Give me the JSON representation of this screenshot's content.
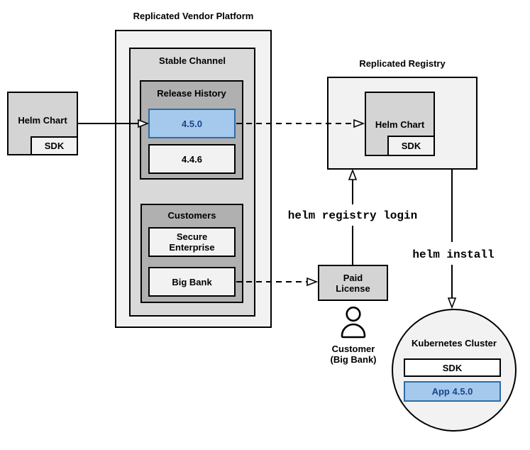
{
  "colors": {
    "highlight_fill": "#a4c9ec",
    "highlight_border": "#2e6da4",
    "highlight_text": "#1c4587",
    "box_lightest": "#f2f2f2",
    "box_light": "#d9d9d9",
    "box_dark": "#b0b0b0",
    "box_gray": "#d4d4d4",
    "line_color": "#000000",
    "white": "#ffffff"
  },
  "platform": {
    "title": "Replicated Vendor Platform",
    "stable_channel": {
      "label": "Stable Channel",
      "release_history": {
        "label": "Release History",
        "release_new": "4.5.0",
        "release_old": "4.4.6"
      },
      "customers": {
        "label": "Customers",
        "customer_1": "Secure\nEnterprise",
        "customer_2": "Big Bank"
      }
    }
  },
  "vendor_chart": {
    "label": "Helm Chart",
    "sdk_label": "SDK"
  },
  "registry": {
    "title": "Replicated Registry",
    "chart_label": "Helm Chart",
    "sdk_label": "SDK"
  },
  "license": {
    "label": "Paid\nLicense"
  },
  "customer_actor": {
    "label": "Customer\n(Big Bank)"
  },
  "commands": {
    "registry_login": "helm registry login",
    "install": "helm install"
  },
  "cluster": {
    "label": "Kubernetes Cluster",
    "sdk_label": "SDK",
    "app_label": "App 4.5.0"
  }
}
